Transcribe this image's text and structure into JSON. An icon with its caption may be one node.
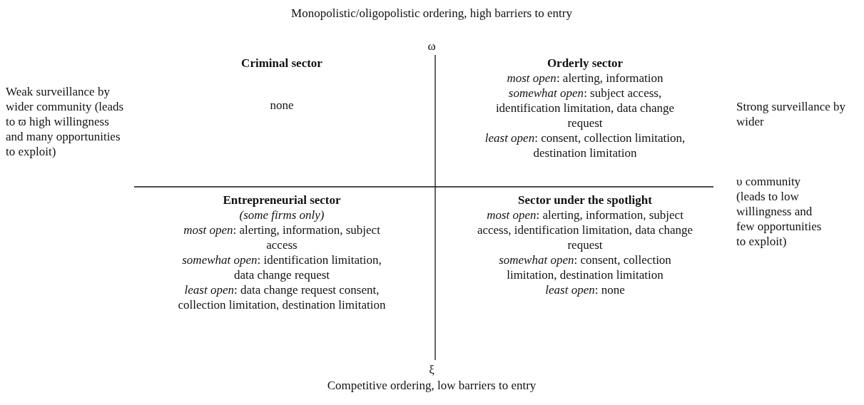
{
  "diagram": {
    "title": "Monopolistic/oligopolistic ordering, high barriers to entry",
    "labels": [
      "ω",
      "Criminal sector",
      "none",
      "Orderly sector",
      "*most open*: alerting, information",
      "*somewhat open*: subject access, identification limitation, data change request",
      "*least open*: consent, collection limitation, destination limitation",
      "Weak surveillance by wider community (leads to ϖ high willingness and many opportunities to exploit)",
      "Strong surveillance by wider",
      "υ community (leads to low willingness and few opportunities to exploit)",
      "Entrepreneurial sector",
      "(some firms only)",
      "*most open*: alerting, information, subject access",
      "*somewhat open*: identification limitation, data change request",
      "*least open*: data change request consent, collection limitation, destination limitation",
      "Sector under the spotlight",
      "*most open*: alerting, information, subject access, identification limitation, data change request",
      "*somewhat open*: consent, collection limitation, destination limitation",
      "*least open*: none",
      "ξ"
    ],
    "caption": "Competitive ordering, low barriers to entry"
  }
}
